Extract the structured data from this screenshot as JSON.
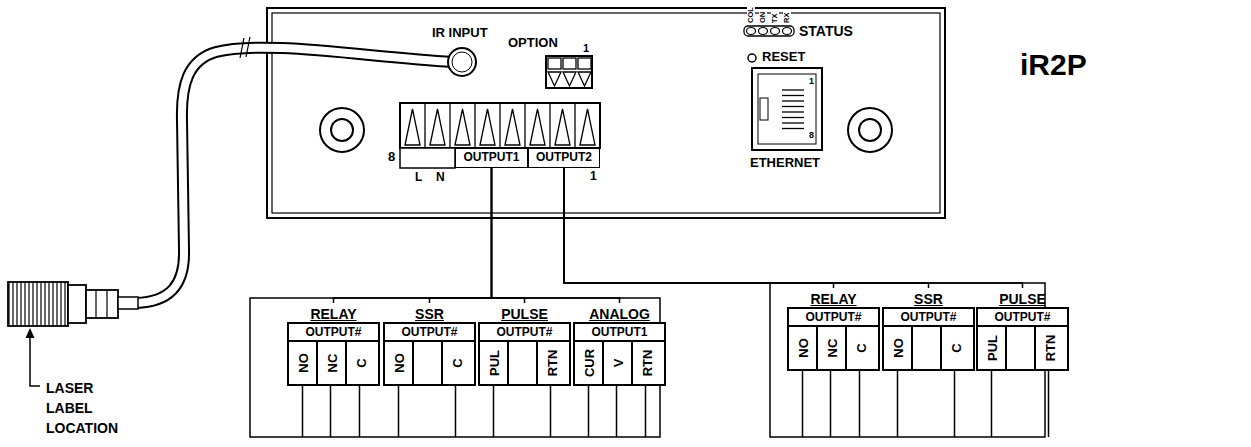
{
  "diagram": {
    "nodes": [
      {
        "text": [
          "OUTPUT1"
        ]
      },
      {
        "text": [
          "OUTPUT2"
        ]
      },
      {
        "text": [
          "RELAY",
          "OUTPUT#",
          "NO",
          "NC",
          "C"
        ]
      },
      {
        "text": [
          "SSR",
          "OUTPUT#",
          "NO",
          "C"
        ]
      },
      {
        "text": [
          "PULSE",
          "OUTPUT#",
          "PUL",
          "RTN"
        ]
      },
      {
        "text": [
          "ANALOG",
          "OUTPUT1",
          "CUR",
          "V",
          "RTN"
        ]
      },
      {
        "text": [
          "RELAY",
          "OUTPUT#",
          "NO",
          "NC",
          "C"
        ]
      },
      {
        "text": [
          "SSR",
          "OUTPUT#",
          "NO",
          "C"
        ]
      },
      {
        "text": [
          "PULSE",
          "OUTPUT#",
          "PUL",
          "RTN"
        ]
      }
    ],
    "edges": [
      {
        "from": 0,
        "to": 2,
        "arrow": "none"
      },
      {
        "from": 0,
        "to": 3,
        "arrow": "none"
      },
      {
        "from": 0,
        "to": 4,
        "arrow": "none"
      },
      {
        "from": 0,
        "to": 5,
        "arrow": "none"
      },
      {
        "from": 1,
        "to": 6,
        "arrow": "none"
      },
      {
        "from": 1,
        "to": 7,
        "arrow": "none"
      },
      {
        "from": 1,
        "to": 8,
        "arrow": "none"
      }
    ],
    "labels": [
      "IR INPUT",
      "COL",
      "ON",
      "TX",
      "RX",
      "STATUS",
      "OPTION",
      "1",
      "RESET",
      "1",
      "8",
      "ETHERNET",
      "8",
      "L",
      "N",
      "1",
      "iR2P",
      "LASER LABEL LOCATION"
    ]
  }
}
